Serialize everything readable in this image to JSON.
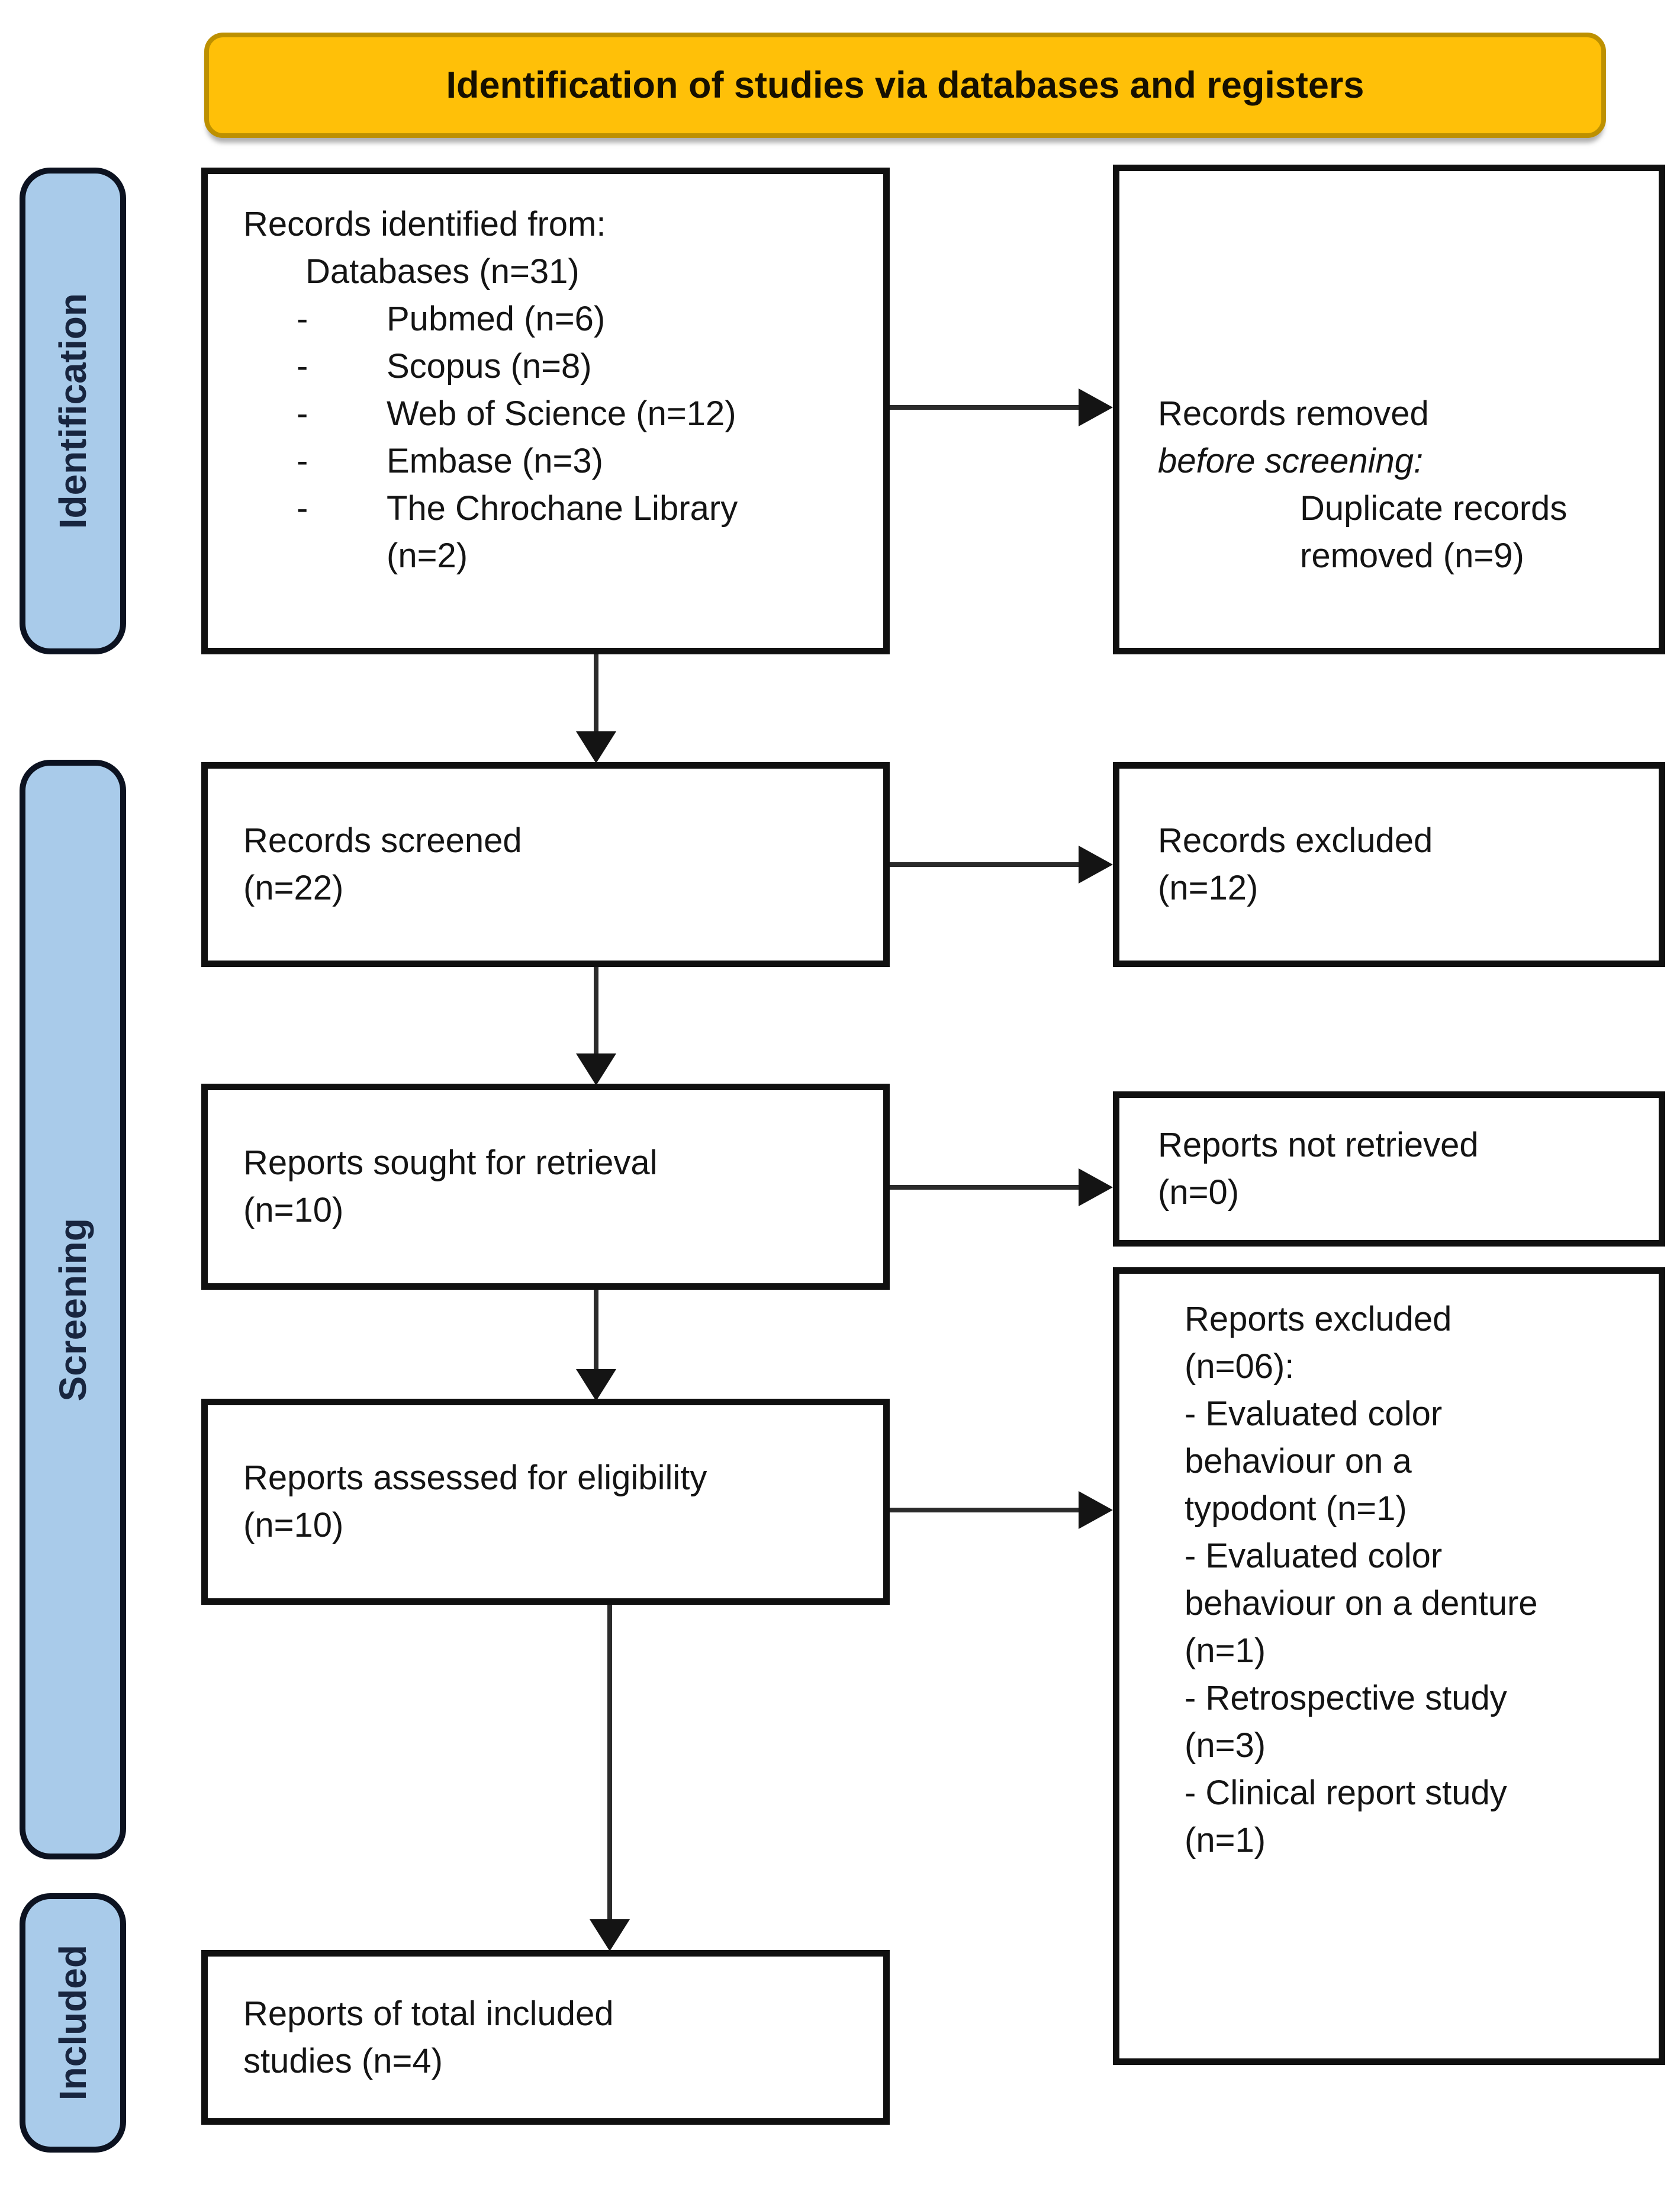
{
  "banner": {
    "text": "Identification of studies via databases and registers"
  },
  "bullet_marker": "-",
  "stages": {
    "identification": "Identification",
    "screening": "Screening",
    "included": "Included"
  },
  "colors": {
    "banner_bg": "#FFC008",
    "banner_border": "#BD9000",
    "stage_bg": "#A9CBEA",
    "stage_border": "#0C1220",
    "box_border": "#101010",
    "arrow": "#141414",
    "background": "#FFFFFF"
  },
  "boxes": {
    "records_identified": {
      "intro": "Records identified from:",
      "subheading": "Databases (n=31)",
      "bullets": [
        "Pubmed (n=6)",
        "Scopus (n=8)",
        "Web of Science (n=12)",
        "Embase (n=3)",
        "The Chrochane Library (n=2)"
      ]
    },
    "records_removed": {
      "lines": [
        "Records removed",
        "before screening:",
        "Duplicate records",
        "removed (n=9)"
      ]
    },
    "records_screened": {
      "lines": [
        "Records screened",
        "(n=22)"
      ]
    },
    "records_excluded": {
      "lines": [
        "Records excluded",
        "(n=12)"
      ]
    },
    "reports_sought": {
      "lines": [
        "Reports sought for retrieval",
        "(n=10)"
      ]
    },
    "reports_not_retrieved": {
      "lines": [
        "Reports not retrieved",
        "(n=0)"
      ]
    },
    "reports_assessed": {
      "lines": [
        "Reports assessed for eligibility",
        "(n=10)"
      ]
    },
    "reports_excluded_eligibility": {
      "lines": [
        "Reports excluded",
        "(n=06):",
        "- Evaluated color",
        "behaviour on a",
        "typodont (n=1)",
        "- Evaluated color",
        "behaviour on a denture",
        "(n=1)",
        "- Retrospective study",
        "(n=3)",
        "- Clinical report study",
        "(n=1)"
      ]
    },
    "included_studies": {
      "lines": [
        "Reports of total included",
        "studies (n=4)"
      ]
    }
  }
}
